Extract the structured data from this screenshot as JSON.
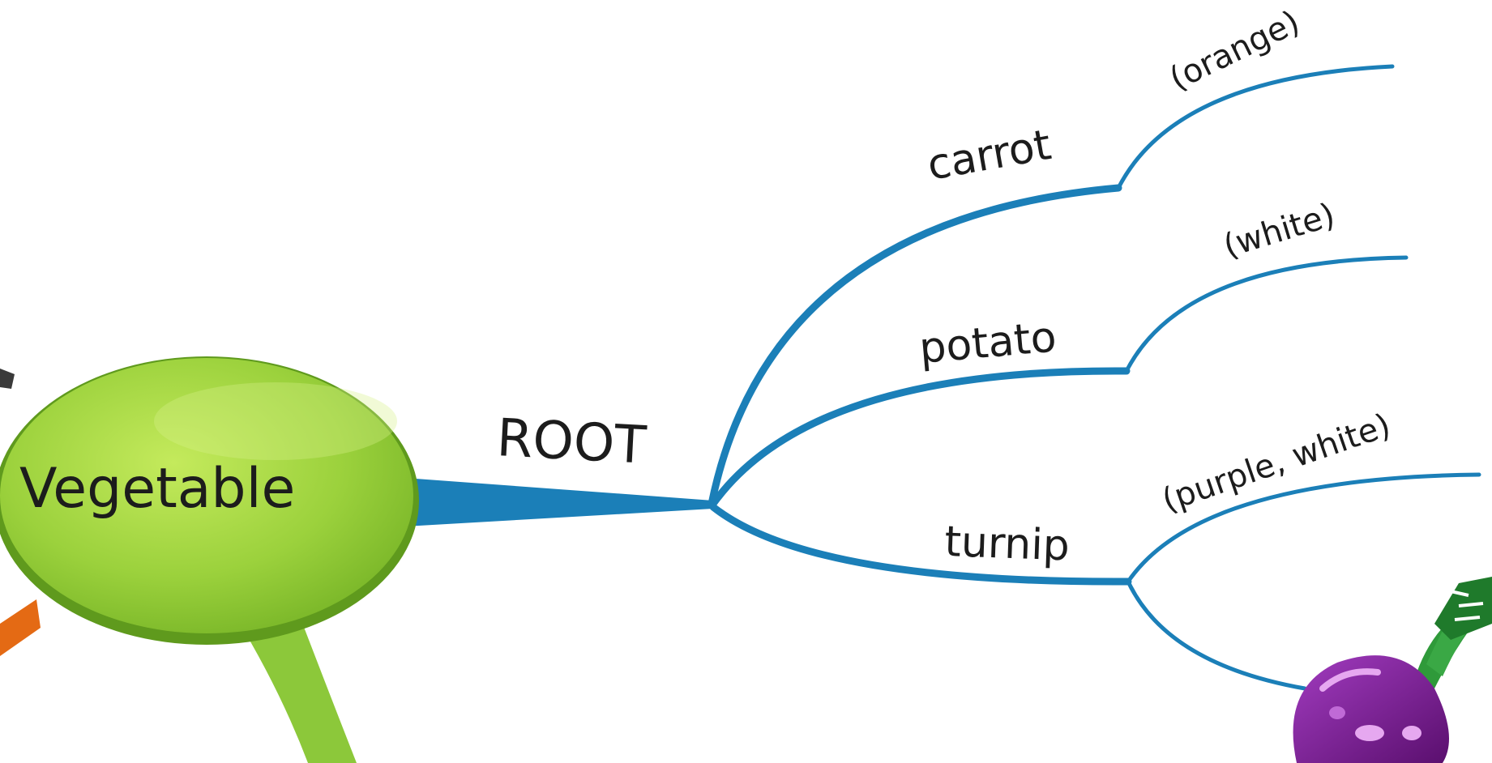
{
  "central_node": {
    "label": "Vegetable",
    "fill_color": "#8cc83a",
    "text_color": "#2f4f1a"
  },
  "main_branch": {
    "label": "ROOT",
    "color": "#1b7fb8"
  },
  "sub_branches": [
    {
      "label": "carrot",
      "detail": "(orange)"
    },
    {
      "label": "potato",
      "detail": "(white)"
    },
    {
      "label": "turnip",
      "detail": "(purple, white)"
    }
  ],
  "decorations": {
    "turnip_illustration": "turnip-icon",
    "turnip_color": "#7a1c8c",
    "leaf_color": "#2f9a3a"
  }
}
